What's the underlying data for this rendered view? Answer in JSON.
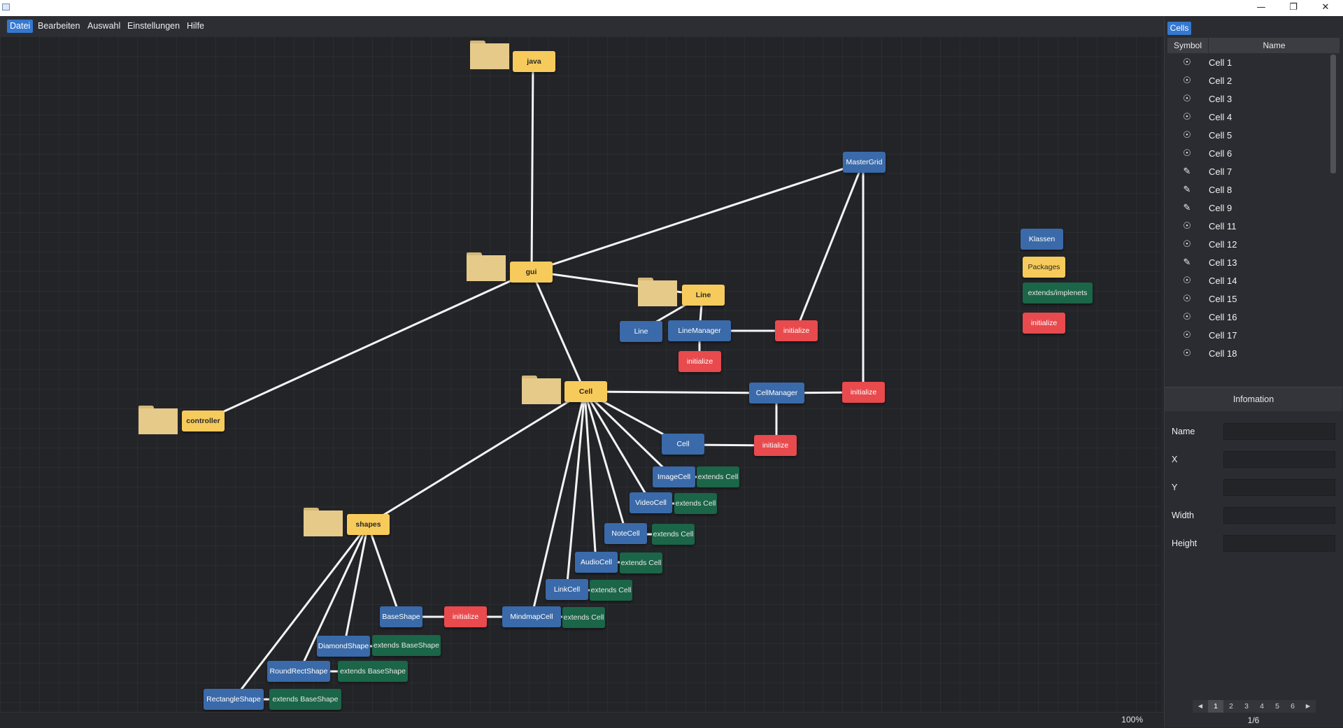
{
  "window": {
    "minimize_glyph": "—",
    "restore_glyph": "❐",
    "close_glyph": "✕"
  },
  "menu": {
    "items": [
      "Datei",
      "Bearbeiten",
      "Auswahl",
      "Einstellungen",
      "Hilfe"
    ],
    "active": "Datei"
  },
  "canvas": {
    "packages": [
      "java",
      "gui",
      "Line",
      "Cell",
      "controller",
      "shapes"
    ],
    "classes": [
      "MasterGrid",
      "Line",
      "LineManager",
      "CellManager",
      "Cell",
      "ImageCell",
      "VideoCell",
      "NoteCell",
      "AudioCell",
      "LinkCell",
      "MindmapCell",
      "BaseShape",
      "DiamondShape",
      "RoundRectShape",
      "RectangleShape"
    ],
    "methods": [
      "initialize"
    ],
    "extends_labels": [
      "extends Cell",
      "extends BaseShape"
    ],
    "legend": {
      "classes": "Klassen",
      "packages": "Packages",
      "extends": "extends/implenets",
      "initialize": "initialize"
    },
    "colors": {
      "package": "#f7cb5b",
      "class": "#3a6aa9",
      "method": "#e84a4d",
      "extends": "#1b6548"
    }
  },
  "status": {
    "zoom": "100%"
  },
  "panel": {
    "tab": "Cells",
    "columns": {
      "symbol": "Symbol",
      "name": "Name"
    },
    "cells": [
      {
        "name": "Cell 1",
        "icon": "lightbulb-icon"
      },
      {
        "name": "Cell 2",
        "icon": "lightbulb-icon"
      },
      {
        "name": "Cell 3",
        "icon": "lightbulb-icon"
      },
      {
        "name": "Cell 4",
        "icon": "lightbulb-icon"
      },
      {
        "name": "Cell 5",
        "icon": "lightbulb-icon"
      },
      {
        "name": "Cell 6",
        "icon": "lightbulb-icon"
      },
      {
        "name": "Cell 7",
        "icon": "pencil-icon"
      },
      {
        "name": "Cell 8",
        "icon": "pencil-icon"
      },
      {
        "name": "Cell 9",
        "icon": "pencil-icon"
      },
      {
        "name": "Cell 11",
        "icon": "lightbulb-icon"
      },
      {
        "name": "Cell 12",
        "icon": "lightbulb-icon"
      },
      {
        "name": "Cell 13",
        "icon": "pencil-icon"
      },
      {
        "name": "Cell 14",
        "icon": "lightbulb-icon"
      },
      {
        "name": "Cell 15",
        "icon": "lightbulb-icon"
      },
      {
        "name": "Cell 16",
        "icon": "lightbulb-icon"
      },
      {
        "name": "Cell 17",
        "icon": "lightbulb-icon"
      },
      {
        "name": "Cell 18",
        "icon": "lightbulb-icon"
      }
    ],
    "info": {
      "title": "Infomation",
      "fields": [
        "Name",
        "X",
        "Y",
        "Width",
        "Height"
      ]
    },
    "pager": {
      "prev": "◄",
      "next": "►",
      "pages": [
        "1",
        "2",
        "3",
        "4",
        "5",
        "6"
      ],
      "current": "1",
      "summary": "1/6"
    }
  }
}
